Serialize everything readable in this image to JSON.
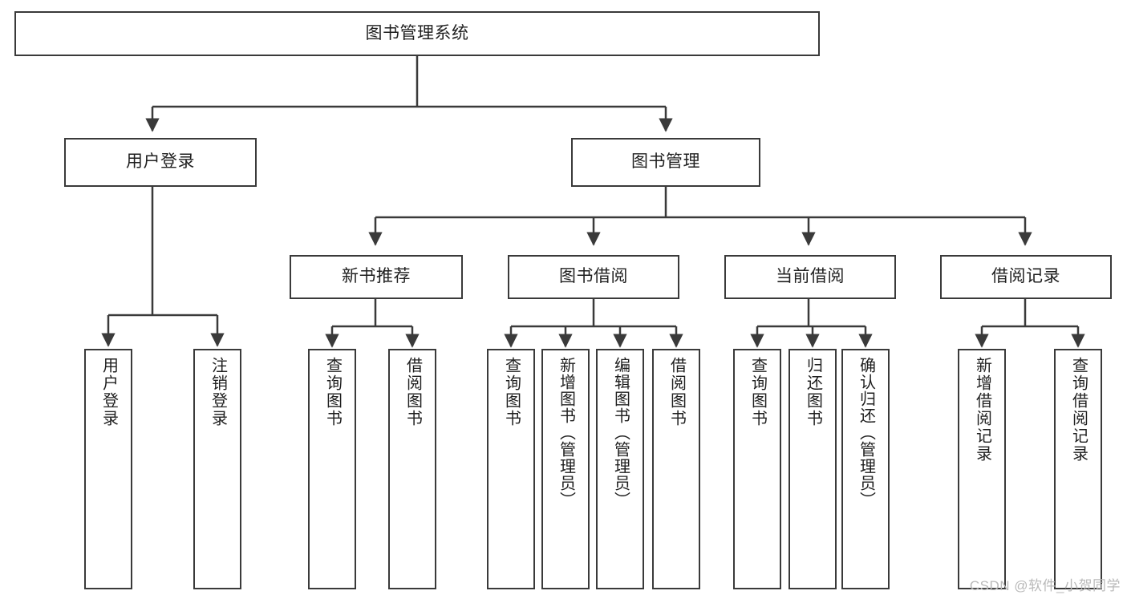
{
  "diagram": {
    "title": "图书管理系统",
    "watermark": "CSDN @软件_小贺同学",
    "stroke_color": "#3a3a3a",
    "text_color": "#1f1f1f",
    "background": "#ffffff",
    "root": {
      "label": "图书管理系统"
    },
    "level2": [
      {
        "label": "用户登录"
      },
      {
        "label": "图书管理"
      }
    ],
    "level3": [
      {
        "label": "新书推荐"
      },
      {
        "label": "图书借阅"
      },
      {
        "label": "当前借阅"
      },
      {
        "label": "借阅记录"
      }
    ],
    "leaves": {
      "user_login": [
        {
          "label": "用户登录"
        },
        {
          "label": "注销登录"
        }
      ],
      "new_book_recommend": [
        {
          "label": "查询图书"
        },
        {
          "label": "借阅图书"
        }
      ],
      "book_borrow": [
        {
          "label": "查询图书"
        },
        {
          "label": "新增图书（管理员）"
        },
        {
          "label": "编辑图书（管理员）"
        },
        {
          "label": "借阅图书"
        }
      ],
      "current_borrow": [
        {
          "label": "查询图书"
        },
        {
          "label": "归还图书"
        },
        {
          "label": "确认归还（管理员）"
        }
      ],
      "borrow_record": [
        {
          "label": "新增借阅记录"
        },
        {
          "label": "查询借阅记录"
        }
      ]
    }
  }
}
